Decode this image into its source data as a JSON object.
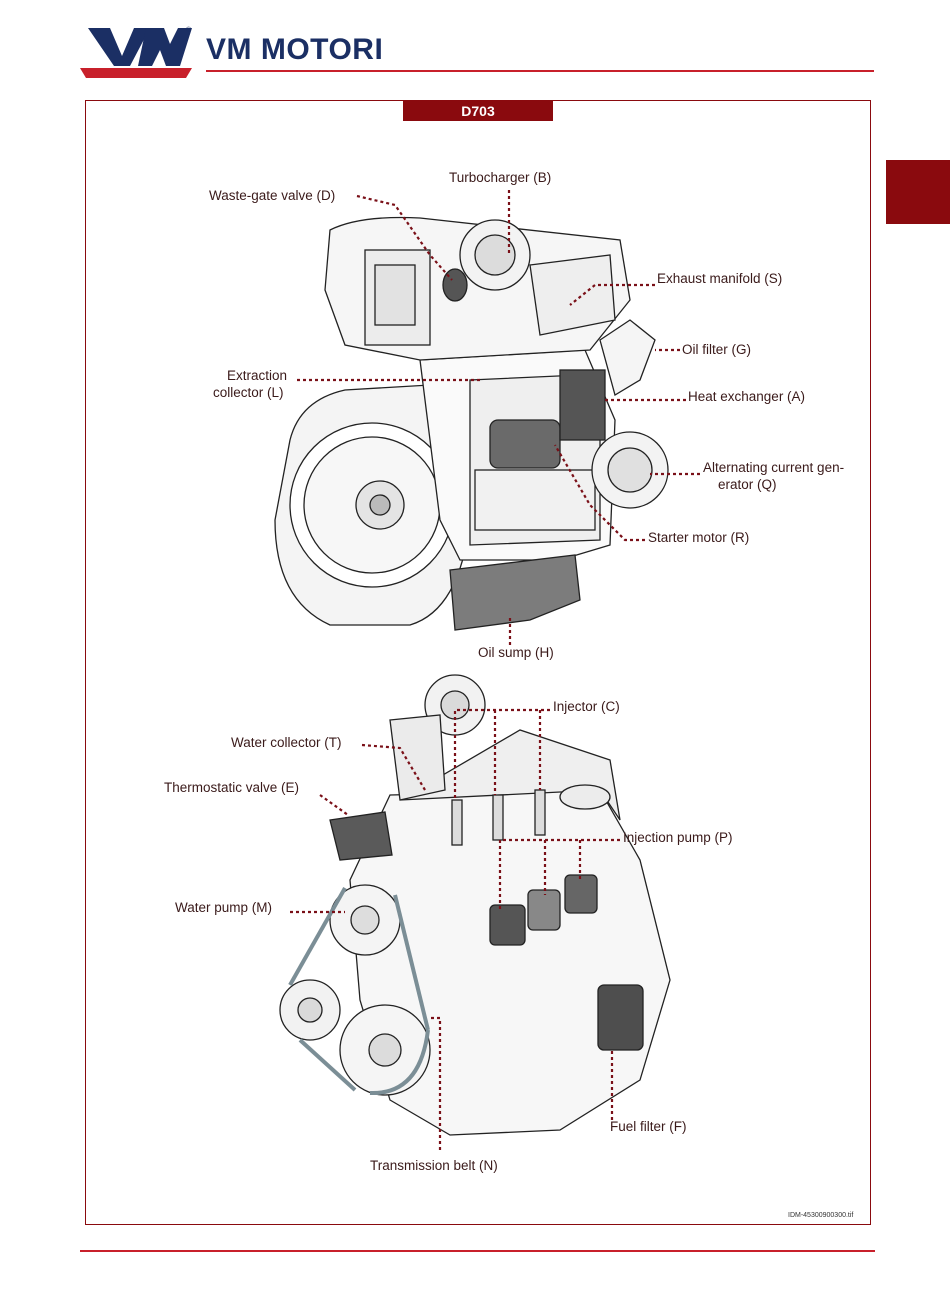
{
  "header": {
    "brand": "VM MOTORI",
    "logo_letters": "VM",
    "colors": {
      "brand_blue": "#1b2f64",
      "accent_red": "#c8202b",
      "dark_red": "#8a0a0e"
    }
  },
  "model": "D703",
  "labels": {
    "turbocharger": "Turbocharger (B)",
    "waste_gate": "Waste-gate valve (D)",
    "exhaust_manifold": "Exhaust manifold (S)",
    "oil_filter": "Oil filter (G)",
    "extraction_line1": "Extraction",
    "extraction_line2": "collector (L)",
    "heat_exchanger": "Heat exchanger (A)",
    "alternator_line1": "Alternating current gen-",
    "alternator_line2": "erator (Q)",
    "starter_motor": "Starter motor (R)",
    "oil_sump": "Oil sump (H)",
    "injector": "Injector (C)",
    "water_collector": "Water collector (T)",
    "thermostatic_valve": "Thermostatic valve (E)",
    "injection_pump": "Injection pump (P)",
    "water_pump": "Water pump (M)",
    "fuel_filter": "Fuel filter (F)",
    "transmission_belt": "Transmission belt (N)"
  },
  "reference_code": "IDM-45300900300.tif"
}
